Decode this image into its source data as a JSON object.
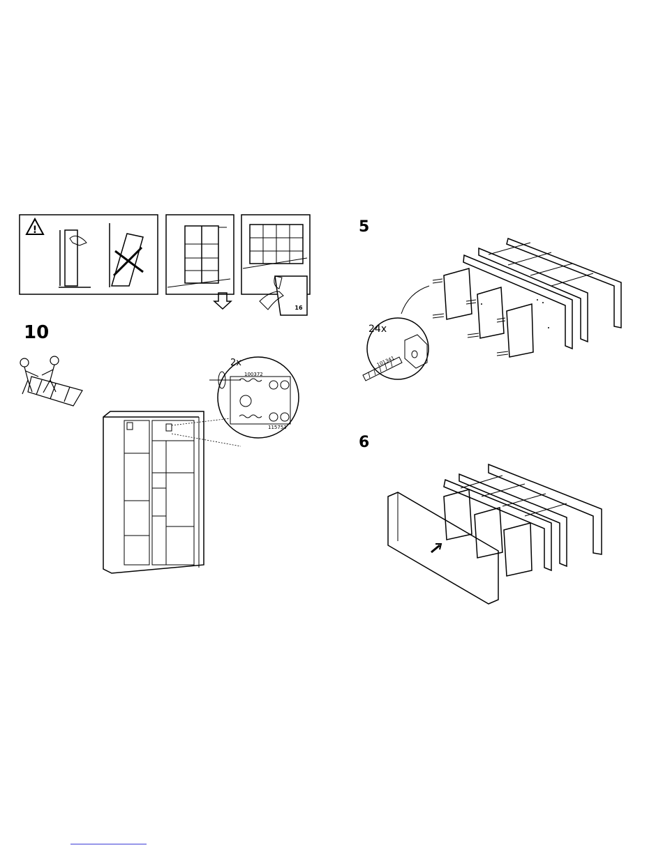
{
  "steps": {
    "step10": {
      "number": "10",
      "count_label": "2x",
      "part_a": "100372",
      "part_b": "115753"
    },
    "step5": {
      "number": "5",
      "count_label": "24x",
      "part": "101341"
    },
    "step6": {
      "number": "6"
    }
  },
  "panels": {
    "warning_icon": "!",
    "page_ref": "16"
  }
}
